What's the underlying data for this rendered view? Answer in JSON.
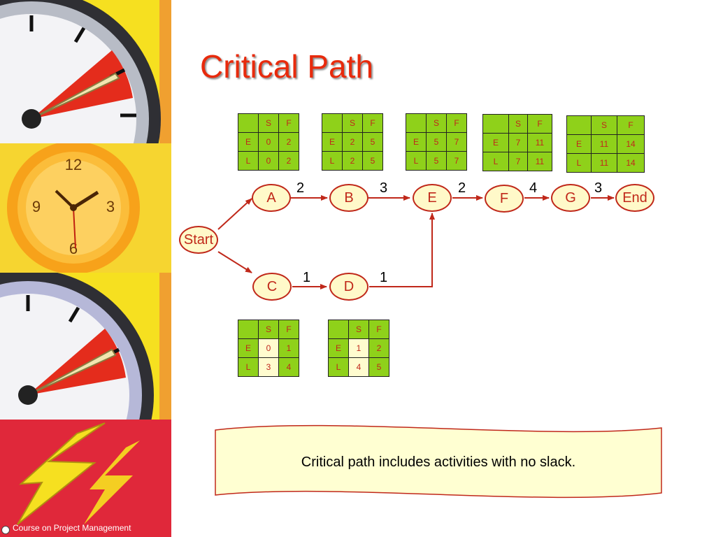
{
  "slide": {
    "title": "Critical Path",
    "footer": "Course on Project Management",
    "note": "Critical path includes activities with no slack."
  },
  "nodes": {
    "start": "Start",
    "a": "A",
    "b": "B",
    "c": "C",
    "d": "D",
    "e": "E",
    "f": "F",
    "g": "G",
    "end": "End"
  },
  "durations": {
    "a": "2",
    "b": "3",
    "e": "2",
    "f": "4",
    "g": "3",
    "c": "1",
    "d": "1"
  },
  "grids": {
    "a": {
      "s": "S",
      "f": "F",
      "e_label": "E",
      "l_label": "L",
      "es": "0",
      "ef": "2",
      "ls": "0",
      "lf": "2"
    },
    "b": {
      "s": "S",
      "f": "F",
      "e_label": "E",
      "l_label": "L",
      "es": "2",
      "ef": "5",
      "ls": "2",
      "lf": "5"
    },
    "e": {
      "s": "S",
      "f": "F",
      "e_label": "E",
      "l_label": "L",
      "es": "5",
      "ef": "7",
      "ls": "5",
      "lf": "7"
    },
    "f": {
      "s": "S",
      "f": "F",
      "e_label": "E",
      "l_label": "L",
      "es": "7",
      "ef": "11",
      "ls": "7",
      "lf": "11"
    },
    "g": {
      "s": "S",
      "f": "F",
      "e_label": "E",
      "l_label": "L",
      "es": "11",
      "ef": "14",
      "ls": "11",
      "lf": "14"
    },
    "c": {
      "s": "S",
      "f": "F",
      "e_label": "E",
      "l_label": "L",
      "es": "0",
      "ef": "1",
      "ls": "3",
      "lf": "4"
    },
    "d": {
      "s": "S",
      "f": "F",
      "e_label": "E",
      "l_label": "L",
      "es": "1",
      "ef": "2",
      "ls": "4",
      "lf": "5"
    }
  },
  "colors": {
    "title": "#e82a0c",
    "accent": "#c0281a",
    "grid_fill": "#8fd11a",
    "node_fill": "#fff9c9",
    "note_fill": "#ffffd2",
    "slack_highlight": "#fffccf"
  }
}
